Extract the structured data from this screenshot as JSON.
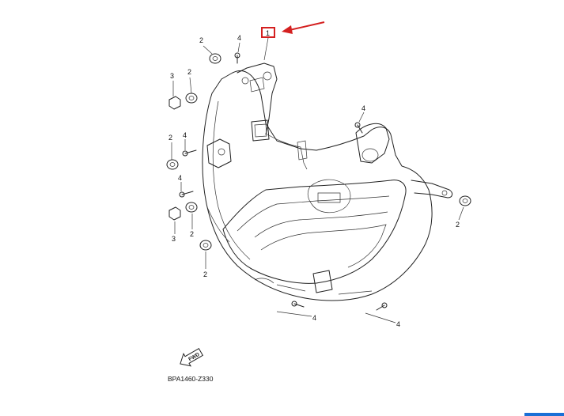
{
  "diagram": {
    "part_code": "BPA1460-Z330",
    "fwd_label": "FWD",
    "callouts": {
      "c1": "1",
      "c2a": "2",
      "c2b": "2",
      "c2c": "2",
      "c2d": "2",
      "c2e": "2",
      "c2f": "2",
      "c3a": "3",
      "c3b": "3",
      "c4a": "4",
      "c4b": "4",
      "c4c": "4",
      "c4d": "4",
      "c4e": "4",
      "c4f": "4"
    },
    "colors": {
      "highlight": "#d42020",
      "accent": "#1a6fd6"
    }
  }
}
